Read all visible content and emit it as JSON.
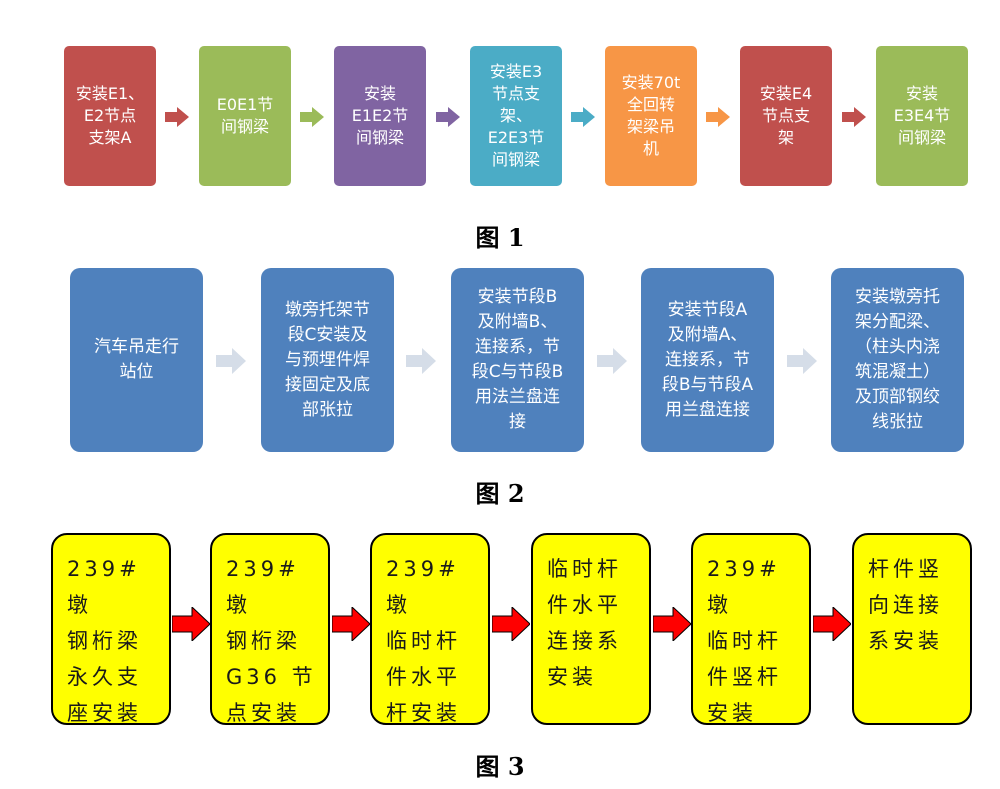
{
  "figure1": {
    "caption": "图 1",
    "steps": [
      {
        "text": "安装E1、\nE2节点\n支架A",
        "color": "#c0504d"
      },
      {
        "text": "E0E1节\n间钢梁",
        "color": "#9bbb59"
      },
      {
        "text": "安装\nE1E2节\n间钢梁",
        "color": "#8064a2"
      },
      {
        "text": "安装E3\n节点支\n架、\nE2E3节\n间钢梁",
        "color": "#4bacc6"
      },
      {
        "text": "安装70t\n全回转\n架梁吊\n机",
        "color": "#f79646"
      },
      {
        "text": "安装E4\n节点支\n架",
        "color": "#c0504d"
      },
      {
        "text": "安装\nE3E4节\n间钢梁",
        "color": "#9bbb59"
      }
    ],
    "arrow_colors": [
      "#c0504d",
      "#9bbb59",
      "#8064a2",
      "#4bacc6",
      "#f79646",
      "#c0504d"
    ]
  },
  "figure2": {
    "caption": "图 2",
    "box_color": "#4f81bd",
    "arrow_color": "#d5dde8",
    "steps": [
      {
        "text": "汽车吊走行\n站位"
      },
      {
        "text": "墩旁托架节\n段C安装及\n与预埋件焊\n接固定及底\n部张拉"
      },
      {
        "text": "安装节段B\n及附墙B、\n连接系，节\n段C与节段B\n用法兰盘连\n接"
      },
      {
        "text": "安装节段A\n及附墙A、\n连接系，节\n段B与节段A\n用兰盘连接"
      },
      {
        "text": "安装墩旁托\n架分配梁、\n（柱头内浇\n筑混凝土）\n及顶部钢绞\n线张拉"
      }
    ]
  },
  "figure3": {
    "caption": "图 3",
    "box_color": "#ffff00",
    "arrow_color": "#ff0000",
    "steps": [
      {
        "text": "239# 墩\n钢桁梁\n永久支\n座安装"
      },
      {
        "text": "239# 墩\n钢桁梁\nG36 节\n点安装"
      },
      {
        "text": "239# 墩\n临时杆\n件水平\n杆安装"
      },
      {
        "text": "临时杆\n件水平\n连接系\n安装"
      },
      {
        "text": "239# 墩\n临时杆\n件竖杆\n安装"
      },
      {
        "text": "杆件竖\n向连接\n系安装"
      }
    ]
  }
}
